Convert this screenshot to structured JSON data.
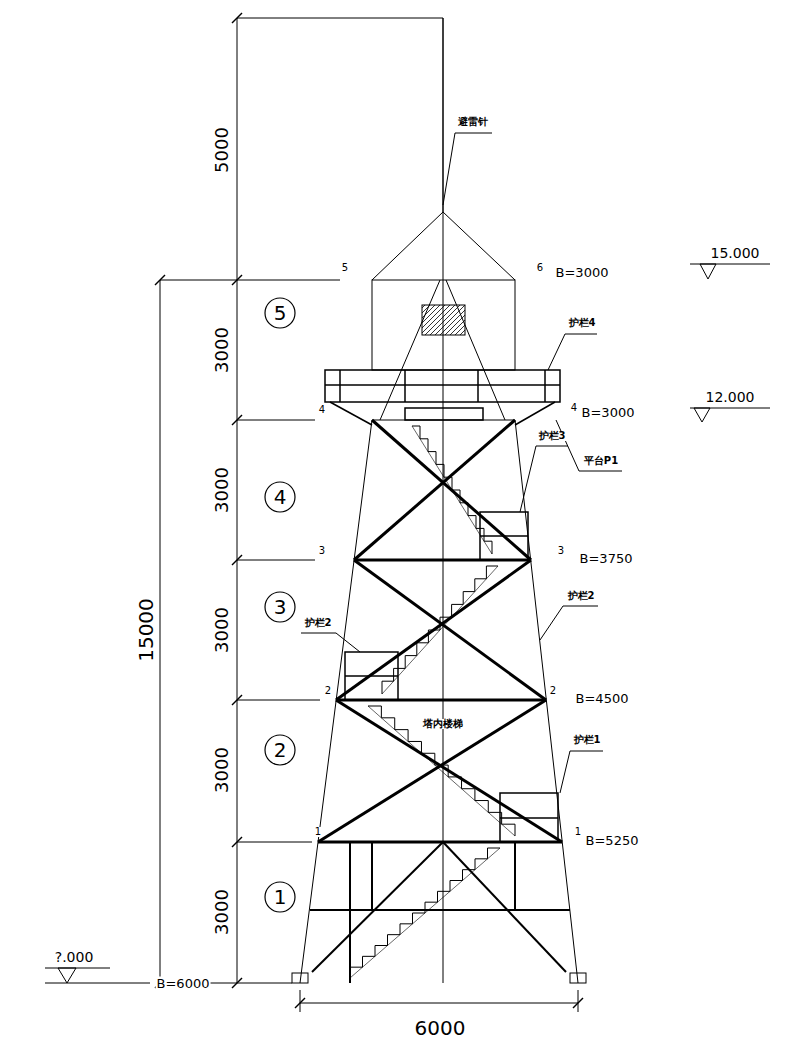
{
  "diagram": {
    "nodes": [
      {
        "text": [
          "5"
        ]
      },
      {
        "text": [
          "4"
        ]
      },
      {
        "text": [
          "3"
        ]
      },
      {
        "text": [
          "2"
        ]
      },
      {
        "text": [
          "1"
        ]
      }
    ],
    "labels": [
      "5000",
      "3000",
      "3000",
      "3000",
      "3000",
      "3000",
      "15000",
      "6000",
      "避雷针",
      "护栏4",
      "平台P1",
      "护栏3",
      "护栏2",
      "护栏2",
      "护栏1",
      "塔内楼梯",
      "15.000",
      "12.000",
      "?.000",
      "B=3000",
      "B=3000",
      "B=3750",
      "B=4500",
      "B=5250",
      "B=6000",
      "5",
      "6",
      "4",
      "4",
      "3",
      "3",
      "2",
      "2",
      "1",
      "1"
    ]
  }
}
